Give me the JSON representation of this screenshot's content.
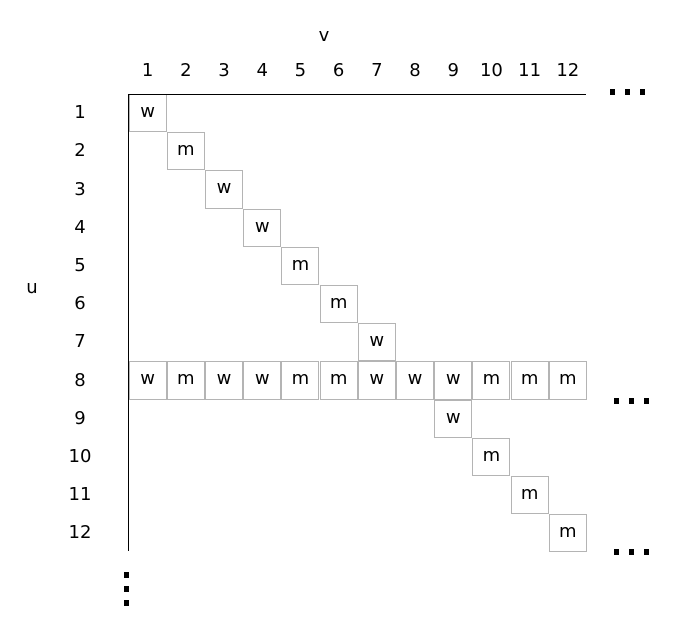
{
  "col_axis_label": "v",
  "row_axis_label": "u",
  "col_labels": [
    "1",
    "2",
    "3",
    "4",
    "5",
    "6",
    "7",
    "8",
    "9",
    "10",
    "11",
    "12"
  ],
  "row_labels": [
    "1",
    "2",
    "3",
    "4",
    "5",
    "6",
    "7",
    "8",
    "9",
    "10",
    "11",
    "12"
  ],
  "diagonal_values": [
    "w",
    "m",
    "w",
    "w",
    "m",
    "m",
    "w",
    "",
    "w",
    "m",
    "m",
    "m"
  ],
  "full_row_index": 8,
  "full_row_values": [
    "w",
    "m",
    "w",
    "w",
    "m",
    "m",
    "w",
    "w",
    "w",
    "m",
    "m",
    "m"
  ]
}
